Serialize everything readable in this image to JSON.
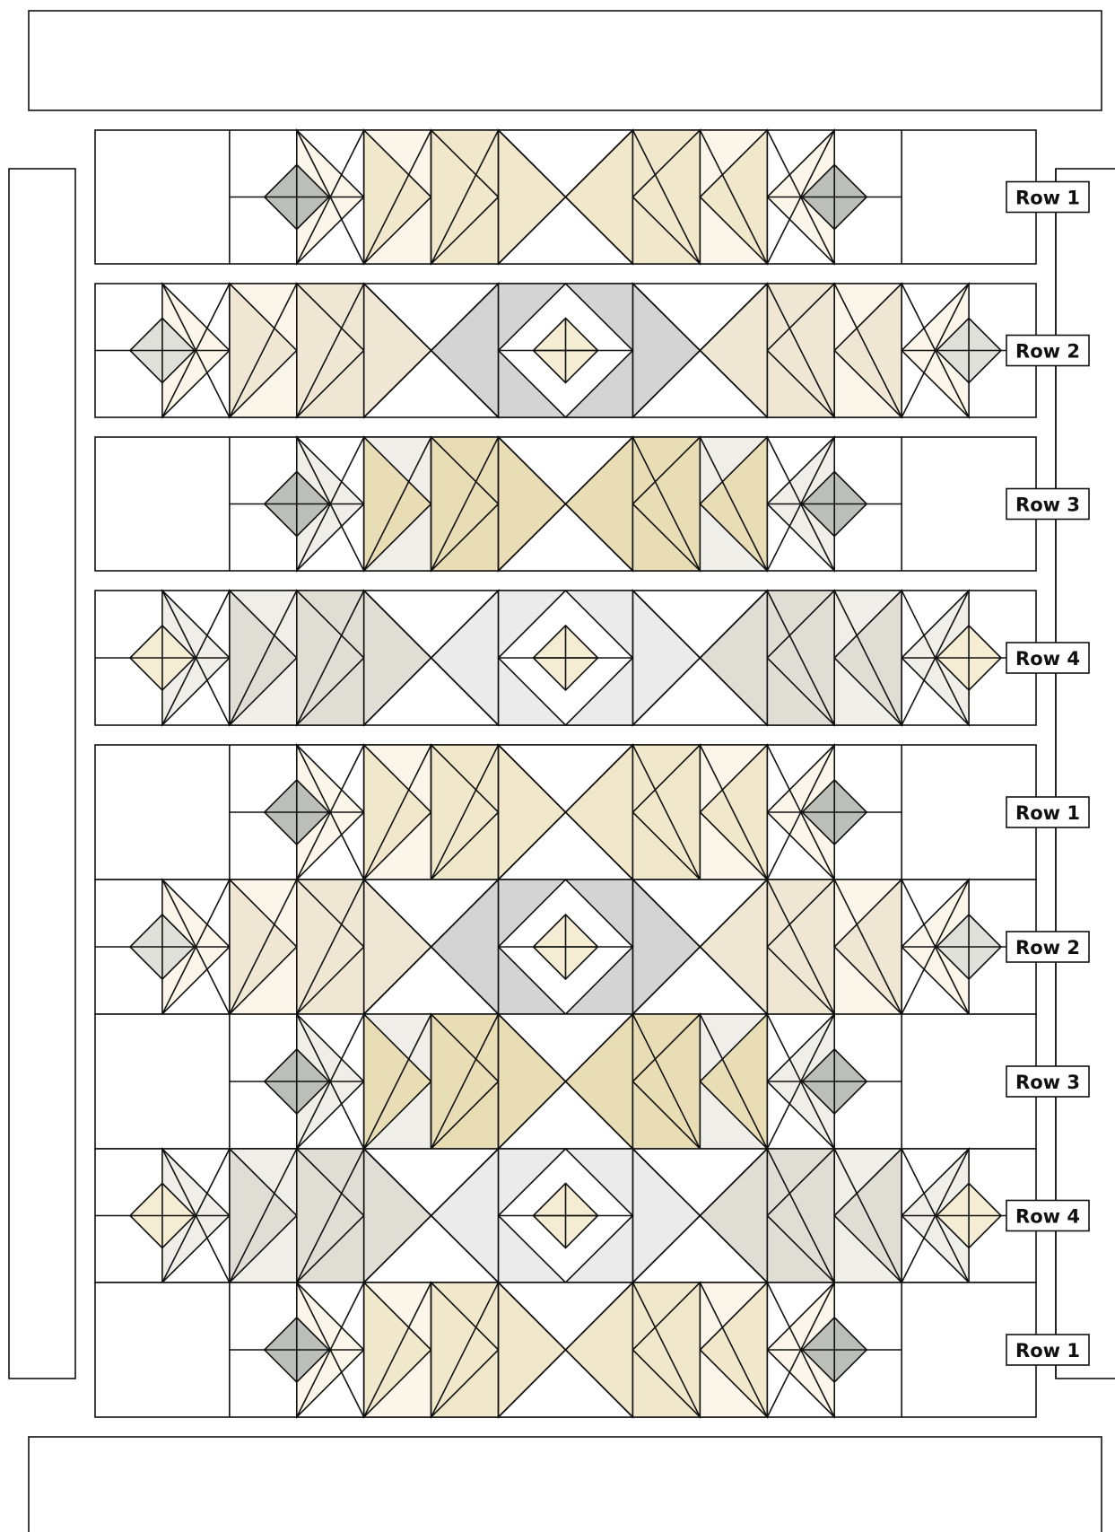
{
  "diagram": {
    "title": "",
    "palette": {
      "outline": "#111111",
      "background": "#ffffff",
      "cream": "#fbf6e9",
      "tan": "#f1e8cb",
      "beige": "#efe7d4",
      "gold": "#e8ddb5",
      "stone": "#e0ddd5",
      "mist": "#efeee9",
      "grey": "#d4d4d4",
      "light_grey": "#ebebeb",
      "diamond_grey": "#bcbfb9",
      "diamond_light": "#dfe0da",
      "diamond_cream": "#f5edd3"
    },
    "panels": [
      {
        "name": "top-border-panel"
      },
      {
        "name": "left-border-panel"
      },
      {
        "name": "right-border-panel"
      },
      {
        "name": "bottom-border-panel"
      }
    ],
    "row_types": {
      "A": {
        "flank": "cream",
        "arrow": "tan",
        "center": "tan",
        "diamond": "diamond_grey",
        "center_diamond": null
      },
      "B": {
        "flank": "cream",
        "arrow": "beige",
        "center": "grey",
        "diamond": "diamond_light",
        "center_diamond": "diamond_cream"
      },
      "C": {
        "flank": "mist",
        "arrow": "gold",
        "center": "gold",
        "diamond": "diamond_grey",
        "center_diamond": null
      },
      "D": {
        "flank": "mist",
        "arrow": "stone",
        "center": "light_grey",
        "diamond": "diamond_cream",
        "center_diamond": "diamond_cream"
      }
    },
    "rows": [
      {
        "label": "Row 1",
        "type": "A",
        "group": "sampler"
      },
      {
        "label": "Row 2",
        "type": "B",
        "group": "sampler"
      },
      {
        "label": "Row 3",
        "type": "C",
        "group": "sampler"
      },
      {
        "label": "Row 4",
        "type": "D",
        "group": "sampler"
      },
      {
        "label": "Row 1",
        "type": "A",
        "group": "quilt"
      },
      {
        "label": "Row 2",
        "type": "B",
        "group": "quilt"
      },
      {
        "label": "Row 3",
        "type": "C",
        "group": "quilt"
      },
      {
        "label": "Row 4",
        "type": "D",
        "group": "quilt"
      },
      {
        "label": "Row 1",
        "type": "A",
        "group": "quilt"
      }
    ]
  }
}
